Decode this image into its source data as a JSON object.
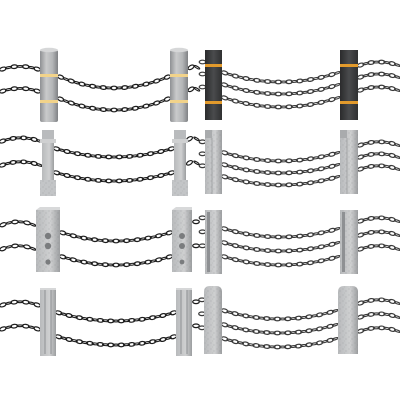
{
  "colors": {
    "background": "#ffffff",
    "chain_dark": "#1c1c1c",
    "chain_light": "#3a3a3a",
    "post_light": "#c9cacb",
    "post_mid": "#a9abad",
    "post_shade": "#8e9093",
    "post_dark": "#3f4042",
    "post_dark_shade": "#2a2b2c",
    "band_yellow": "#f2d38a",
    "band_orange": "#e29a2c"
  },
  "fences": [
    {
      "id": "round-post-yellow-bands",
      "post_style": "cylinder",
      "chain_strands": 2,
      "chain_color": "dark"
    },
    {
      "id": "square-post-orange-bands",
      "post_style": "dark-square-banded",
      "chain_strands": 3,
      "chain_color": "light"
    },
    {
      "id": "pillar-post-capped",
      "post_style": "pillar",
      "chain_strands": 2,
      "chain_color": "dark"
    },
    {
      "id": "granite-post-notched",
      "post_style": "granite-notched",
      "chain_strands": 3,
      "chain_color": "light"
    },
    {
      "id": "stone-post-holes",
      "post_style": "stone-holes",
      "chain_strands": 2,
      "chain_color": "dark"
    },
    {
      "id": "slab-post-grooved",
      "post_style": "slab-grooved",
      "chain_strands": 3,
      "chain_color": "light"
    },
    {
      "id": "ribbed-post",
      "post_style": "ribbed",
      "chain_strands": 2,
      "chain_color": "dark"
    },
    {
      "id": "rounded-top-granite-post",
      "post_style": "granite-rounded",
      "chain_strands": 3,
      "chain_color": "light"
    }
  ]
}
